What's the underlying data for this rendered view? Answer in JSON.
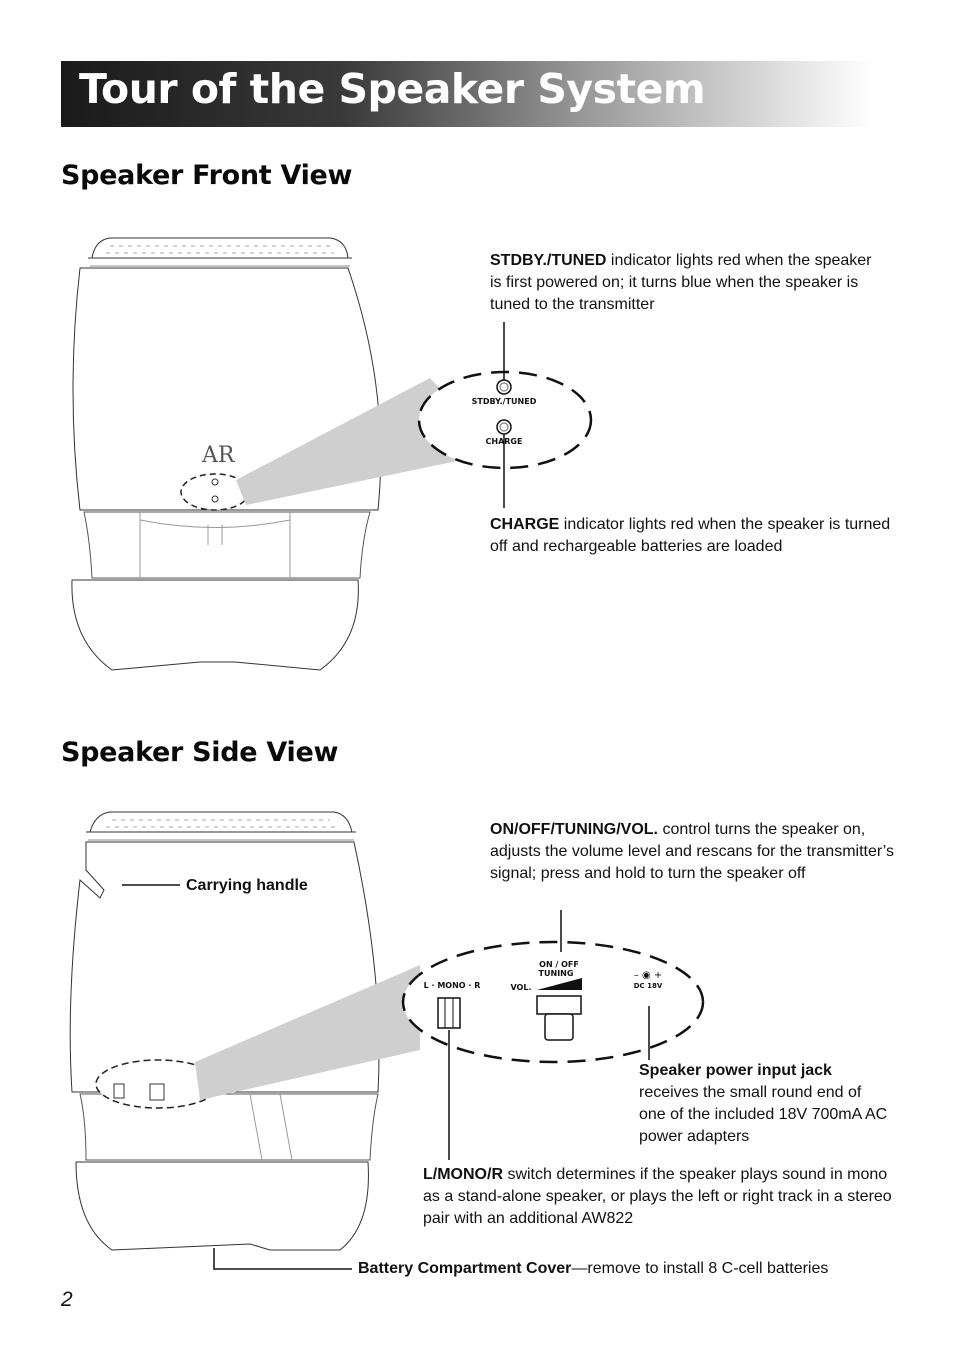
{
  "page_title": "Tour of the Speaker System",
  "front_view": {
    "heading": "Speaker Front View",
    "logo_text": "AR",
    "indicator_labels": {
      "stdby_tuned": "STDBY./TUNED",
      "charge": "CHARGE"
    },
    "callouts": {
      "stdby": {
        "term": "STDBY./TUNED",
        "text": " indicator lights red when the speaker is first powered on; it turns blue when the speaker is tuned to the transmitter"
      },
      "charge": {
        "term": "CHARGE",
        "text": " indicator lights red when the speaker is turned off and rechargeable batteries are loaded"
      }
    }
  },
  "side_view": {
    "heading": "Speaker Side View",
    "panel_labels": {
      "lmr": "L · MONO · R",
      "onoff": "ON / OFF",
      "tuning": "TUNING",
      "vol": "VOL.",
      "dc": "DC 18V",
      "polarity": "– ◉ +"
    },
    "callouts": {
      "handle": {
        "term": "Carrying handle"
      },
      "onoff": {
        "term": "ON/OFF/TUNING/VOL.",
        "text": " control turns the speaker on, adjusts the volume level and rescans for the transmitter’s signal; press and hold to turn the speaker off"
      },
      "power": {
        "term": "Speaker power input jack",
        "text": "receives the small round end of one of the included 18V 700mA AC power adapters"
      },
      "lmr": {
        "term": "L/MONO/R",
        "text": " switch determines if the speaker plays sound in mono as a stand-alone speaker, or plays the left or right track in a stereo pair with an additional AW822"
      },
      "battery": {
        "term": "Battery Compartment Cover",
        "text": "—remove to install 8 C-cell batteries"
      }
    }
  },
  "page_number": "2"
}
